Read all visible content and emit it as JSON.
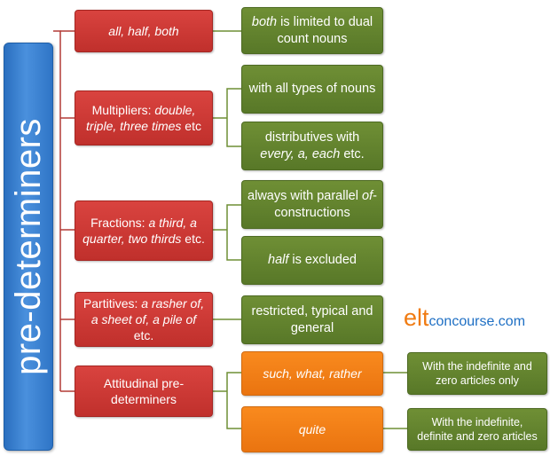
{
  "root": {
    "label": "pre-determiners"
  },
  "categories": [
    {
      "pre": "",
      "em": "all, half, both",
      "post": "",
      "children": [
        {
          "pre": "",
          "em": "both",
          "post": " is limited to dual count nouns"
        }
      ]
    },
    {
      "pre": "Multipliers: ",
      "em": "double, triple, three times",
      "post": " etc",
      "children": [
        {
          "pre": "with all types of nouns",
          "em": "",
          "post": ""
        },
        {
          "pre": "distributives with ",
          "em": "every, a, each",
          "post": " etc."
        }
      ]
    },
    {
      "pre": "Fractions: ",
      "em": "a third, a quarter, two thirds",
      "post": " etc.",
      "children": [
        {
          "pre": "always with parallel ",
          "em": "of",
          "post": "-constructions"
        },
        {
          "pre": "",
          "em": "half",
          "post": " is excluded"
        }
      ]
    },
    {
      "pre": "Partitives: ",
      "em": "a rasher of, a sheet of, a pile of",
      "post": " etc.",
      "children": [
        {
          "pre": "restricted, typical and general",
          "em": "",
          "post": ""
        }
      ]
    },
    {
      "pre": "Attitudinal pre-determiners",
      "em": "",
      "post": "",
      "children": [
        {
          "pre": "",
          "em": "such, what, rather",
          "post": ""
        },
        {
          "pre": "",
          "em": "quite",
          "post": ""
        }
      ]
    }
  ],
  "attitudinal_notes": [
    "With the indefinite and zero articles only",
    "With the indefinite, definite and zero articles"
  ],
  "logo": {
    "part1": "elt",
    "part2": "concourse.com"
  },
  "colors": {
    "root": "#3a80d0",
    "category": "#c8332f",
    "detail": "#5f7f2d",
    "attitude": "#f58220",
    "connector": "#b23a36"
  }
}
